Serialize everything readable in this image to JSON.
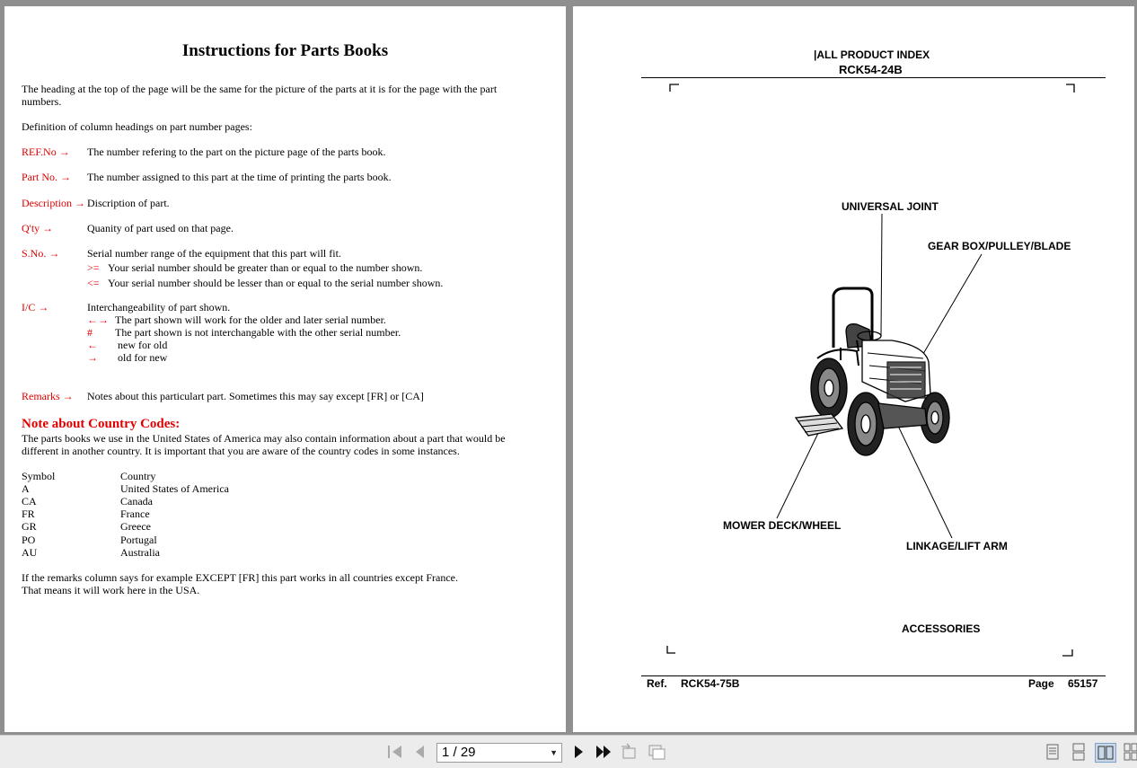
{
  "left_page": {
    "title": "Instructions for Parts Books",
    "intro_line1": "The heading at the top of the page will be the same for the picture of the parts at it is for the page with the part",
    "intro_line2": "numbers.",
    "definition_heading": "Definition of column headings on part number pages:",
    "definitions": [
      {
        "term": "REF.No →",
        "text": "The number refering to the part on the picture page of the parts book."
      },
      {
        "term": "Part No. →",
        "text": "The number assigned to this part at the time of printing the parts book."
      },
      {
        "term": "Description →",
        "text": "Discription of part."
      },
      {
        "term": "Q'ty →",
        "text": "Quanity of part used on that page."
      },
      {
        "term": "S.No. →",
        "text": "Serial number range of the equipment that this part will fit."
      },
      {
        "term": "I/C →",
        "text": "Interchangeability of part shown."
      },
      {
        "term": "Remarks →",
        "text": "Notes about this particulart part. Sometimes this may say except [FR] or [CA]"
      }
    ],
    "sno_sub": [
      {
        "sym": ">=",
        "text": "Your serial number should be greater than or equal to the number shown."
      },
      {
        "sym": "<=",
        "text": "Your serial number should be lesser than or equal to the serial number shown."
      }
    ],
    "ic_sub": [
      {
        "sym": "←→",
        "text": "The part shown will work for the older and later serial number."
      },
      {
        "sym": "#",
        "text": "The part shown is not interchangable with the other serial number."
      },
      {
        "sym": "←",
        "text": "new for old"
      },
      {
        "sym": "→",
        "text": "old for new"
      }
    ],
    "country_heading": "Note about Country Codes:",
    "country_para1": "The parts books we use in the United States of America may also contain information about a part that would be",
    "country_para2": "different in another country. It is important that you are aware of the country codes in some instances.",
    "table_header": {
      "symbol": "Symbol",
      "country": "Country"
    },
    "countries": [
      {
        "symbol": "A",
        "country": "United States of America"
      },
      {
        "symbol": "CA",
        "country": "Canada"
      },
      {
        "symbol": "FR",
        "country": "France"
      },
      {
        "symbol": "GR",
        "country": "Greece"
      },
      {
        "symbol": "PO",
        "country": "Portugal"
      },
      {
        "symbol": "AU",
        "country": "Australia"
      }
    ],
    "closing_line1": "If the remarks column says for example EXCEPT [FR] this part works in all countries except France.",
    "closing_line2": "That means it will work here in the USA."
  },
  "right_page": {
    "header_line1": "|ALL PRODUCT INDEX",
    "header_line2": "RCK54-24B",
    "labels": {
      "universal_joint": "UNIVERSAL JOINT",
      "gear_box": "GEAR BOX/PULLEY/BLADE",
      "mower_deck": "MOWER DECK/WHEEL",
      "linkage": "LINKAGE/LIFT ARM",
      "accessories": "ACCESSORIES"
    },
    "footer": {
      "ref_label": "Ref.",
      "ref_value": "RCK54-75B",
      "page_label": "Page",
      "page_value": "65157"
    }
  },
  "toolbar": {
    "page_indicator": "1 / 29"
  },
  "colors": {
    "accent_red": "#e00000",
    "viewer_bg": "#8f8f8f",
    "toolbar_bg": "#ececec"
  }
}
